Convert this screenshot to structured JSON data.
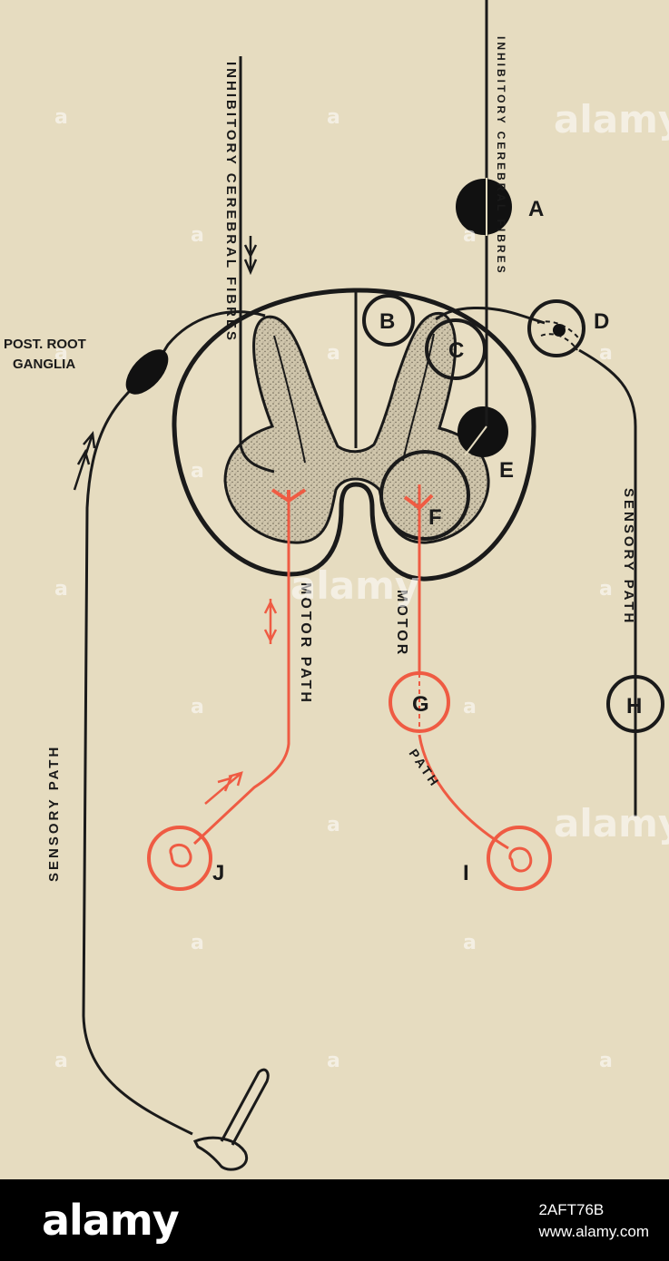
{
  "diagram": {
    "labels": {
      "inhibitory_cerebral_fibres_left": "INHIBITORY CEREBRAL FIBRES",
      "inhibitory_cerebral_fibres_right": "INHIBITORY CEREBRAL FIBRES",
      "post_root_ganglia_line1": "POST. ROOT",
      "post_root_ganglia_line2": "GANGLIA",
      "sensory_path_left": "SENSORY PATH",
      "sensory_path_right": "SENSORY PATH",
      "motor_path_left": "MOTOR PATH",
      "motor_path_right_1": "MOTOR",
      "motor_path_right_2": "PATH",
      "letter_a": "A",
      "letter_b": "B",
      "letter_c": "C",
      "letter_d": "D",
      "letter_e": "E",
      "letter_f": "F",
      "letter_g": "G",
      "letter_h": "H",
      "letter_i": "I",
      "letter_j": "J"
    },
    "colors": {
      "background": "#e6dcc0",
      "ink": "#1a1a1a",
      "motor_red": "#ef5b43",
      "gray_matter": "#c9bfa6"
    }
  },
  "watermark": {
    "text": "alamy",
    "marker": "a"
  },
  "footer": {
    "logo": "alamy",
    "image_id": "2AFT76B",
    "site": "www.alamy.com"
  }
}
